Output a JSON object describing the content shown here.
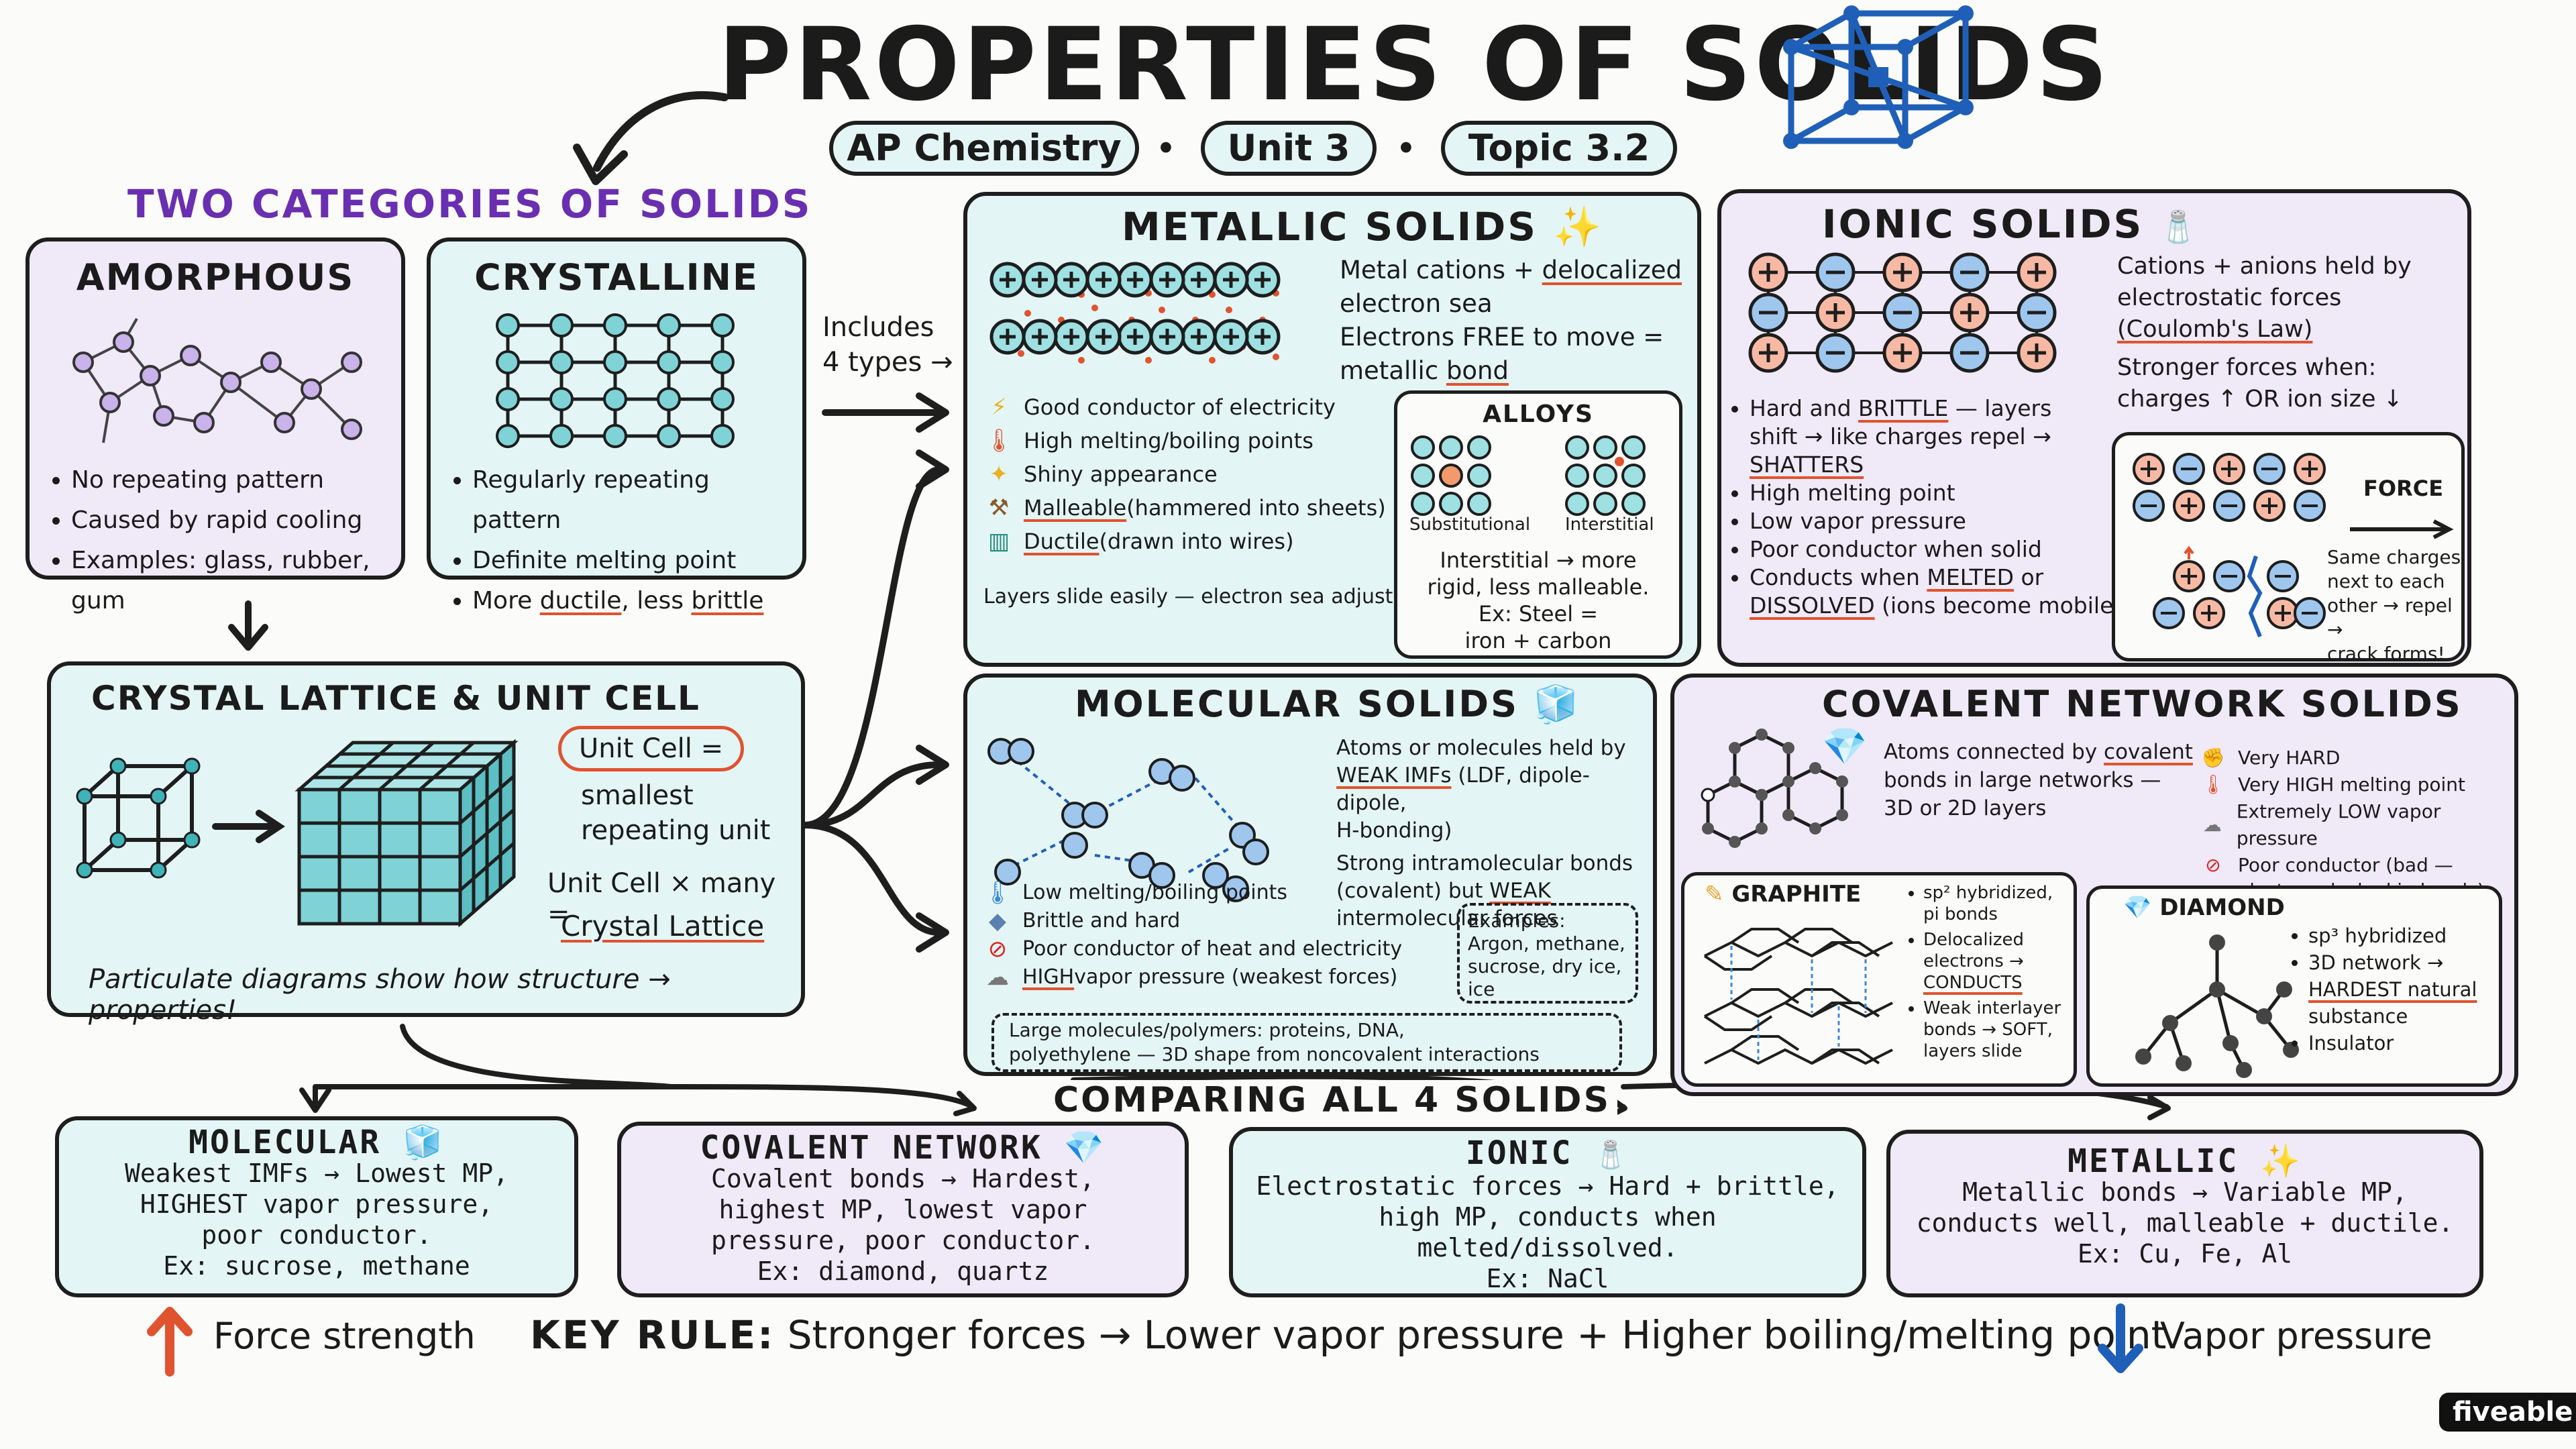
{
  "title": "PROPERTIES OF SOLIDS",
  "pills": [
    "AP Chemistry",
    "Unit 3",
    "Topic 3.2"
  ],
  "pill_sep": "•",
  "categories_heading": "TWO CATEGORIES OF SOLIDS",
  "amorphous": {
    "title": "AMORPHOUS",
    "bullets": [
      "No repeating pattern",
      "Caused by rapid cooling",
      "Examples: glass, rubber, gum"
    ]
  },
  "crystalline": {
    "title": "CRYSTALLINE",
    "b1": "Regularly repeating pattern",
    "b2": "Definite melting point",
    "b3_pre": "More ",
    "b3_u1": "ductile",
    "b3_mid": ", less ",
    "b3_u2": "brittle"
  },
  "includes": {
    "l1": "Includes",
    "l2": "4 types →"
  },
  "lattice": {
    "title": "CRYSTAL LATTICE & UNIT CELL",
    "unit_cell": "Unit Cell =",
    "smallest": "smallest",
    "repeating": "repeating unit",
    "times": "Unit Cell × many =",
    "crystal": "Crystal Lattice",
    "footer": "Particulate diagrams show how structure → properties!"
  },
  "metallic": {
    "title": "METALLIC SOLIDS",
    "d1a": "Metal cations + ",
    "d1b": "delocalized",
    "d2": "electron sea",
    "d3": "Electrons FREE to move =",
    "d4a": "metallic ",
    "d4b": "bond",
    "props": [
      {
        "icon": "lightning-icon",
        "glyph": "⚡",
        "text": "Good conductor of electricity",
        "u": ""
      },
      {
        "icon": "thermometer-icon",
        "glyph": "🌡",
        "text": "High melting/boiling points",
        "u": ""
      },
      {
        "icon": "sparkle-icon",
        "glyph": "✦",
        "text": "Shiny appearance",
        "u": ""
      },
      {
        "icon": "hammer-icon",
        "glyph": "⚒",
        "text": " (hammered into sheets)",
        "u": "Malleable"
      },
      {
        "icon": "wire-spool-icon",
        "glyph": "▥",
        "text": " (drawn into wires)",
        "u": "Ductile"
      }
    ],
    "layers": "Layers slide easily — electron sea adjusts!",
    "alloys": {
      "title": "ALLOYS",
      "sub": "Substitutional",
      "inter": "Interstitial",
      "t1": "Interstitial → more",
      "t2": "rigid, less malleable.",
      "t3": "Ex: Steel =",
      "t4": "iron + carbon"
    }
  },
  "ionic": {
    "title": "IONIC SOLIDS",
    "d1": "Cations + anions held by",
    "d2": "electrostatic forces",
    "d3": "(Coulomb's Law)",
    "d4": "Stronger forces when:",
    "d5": "charges ↑ OR ion size ↓",
    "b1a": "Hard and ",
    "b1b": "BRITTLE",
    "b1c": " — layers",
    "b1d": "shift → like charges repel →",
    "b1e": "SHATTERS",
    "b2": "High melting point",
    "b3": "Low vapor pressure",
    "b4": "Poor conductor when solid",
    "b5a": "Conducts when ",
    "b5b": "MELTED",
    "b5c": " or",
    "b5d": "DISSOLVED",
    "b5e": " (ions become mobile)",
    "force": "FORCE",
    "same1": "Same charges",
    "same2": "next to each",
    "same3": "other → repel →",
    "same4": "crack forms!"
  },
  "molecular": {
    "title": "MOLECULAR SOLIDS",
    "d1": "Atoms or molecules held by",
    "d2a": "WEAK IMFs",
    "d2b": " (LDF, dipole-dipole,",
    "d3": "H-bonding)",
    "d4": "Strong intramolecular bonds",
    "d5a": "(covalent) but ",
    "d5b": "WEAK",
    "d6": "intermolecular forces",
    "props": [
      {
        "icon": "thermometer-icon",
        "glyph": "🌡",
        "text": "Low melting/boiling points",
        "u": ""
      },
      {
        "icon": "gem-icon",
        "glyph": "◆",
        "text": "Brittle and hard",
        "u": ""
      },
      {
        "icon": "no-symbol-icon",
        "glyph": "⊘",
        "text": "Poor conductor of heat and electricity",
        "u": ""
      },
      {
        "icon": "cloud-icon",
        "glyph": "☁",
        "text": " vapor pressure (weakest forces)",
        "u": "HIGH"
      }
    ],
    "ex1": "Examples:",
    "ex2": "Argon, methane,",
    "ex3": "sucrose, dry ice,",
    "ex4": "ice",
    "large1": "Large molecules/polymers: proteins, DNA,",
    "large2": "polyethylene — 3D shape from noncovalent interactions"
  },
  "covalent": {
    "title": "COVALENT NETWORK SOLIDS",
    "d1a": "Atoms connected by ",
    "d1b": "covalent",
    "d2": "bonds in large networks —",
    "d3": "3D or 2D layers",
    "props": [
      {
        "icon": "muscle-icon",
        "glyph": "✊",
        "text": "Very HARD"
      },
      {
        "icon": "thermometer-icon",
        "glyph": "🌡",
        "text": "Very HIGH melting point"
      },
      {
        "icon": "cloud-icon",
        "glyph": "☁",
        "text": "Extremely LOW vapor pressure"
      },
      {
        "icon": "no-symbol-icon",
        "glyph": "⊘",
        "text": "Poor conductor (bad —"
      },
      {
        "icon": "",
        "glyph": "",
        "text": "electrons locked in bonds)"
      }
    ],
    "graphite": {
      "title": "GRAPHITE",
      "b1": "sp² hybridized,",
      "b1b": "pi bonds",
      "b2": "Delocalized",
      "b2b": "electrons →",
      "b2c": "CONDUCTS",
      "b3": "Weak interlayer",
      "b3b": "bonds → SOFT,",
      "b3c": "layers slide"
    },
    "diamond": {
      "title": "DIAMOND",
      "b1": "sp³ hybridized",
      "b2": "3D network →",
      "b2b": "HARDEST natural",
      "b2c": "substance",
      "b3": "Insulator"
    }
  },
  "comparing": "COMPARING ALL 4 SOLIDS",
  "compare": [
    {
      "title": "MOLECULAR",
      "lines": [
        "Weakest IMFs → Lowest MP,",
        "HIGHEST vapor pressure,",
        "poor conductor.",
        "Ex: sucrose, methane"
      ]
    },
    {
      "title": "COVALENT NETWORK",
      "lines": [
        "Covalent bonds → Hardest,",
        "highest MP, lowest vapor",
        "pressure, poor conductor.",
        "Ex: diamond, quartz"
      ]
    },
    {
      "title": "IONIC",
      "lines": [
        "Electrostatic forces → Hard + brittle,",
        "high MP, conducts when",
        "melted/dissolved.",
        "Ex: NaCl"
      ]
    },
    {
      "title": "METALLIC",
      "lines": [
        "Metallic bonds → Variable MP,",
        "conducts well, malleable + ductile.",
        "Ex: Cu, Fe, Al"
      ]
    }
  ],
  "key": {
    "force": "Force strength",
    "label": "KEY RULE:",
    "rule": "Stronger forces → Lower vapor pressure + Higher boiling/melting point",
    "vapor": "Vapor pressure"
  },
  "brand": "fiveable",
  "colors": {
    "lavender": "#efe9f8",
    "teal": "#e4f5f5",
    "purple": "#6a2fb0",
    "orange": "#e0532f",
    "blue": "#1f5fb8"
  }
}
